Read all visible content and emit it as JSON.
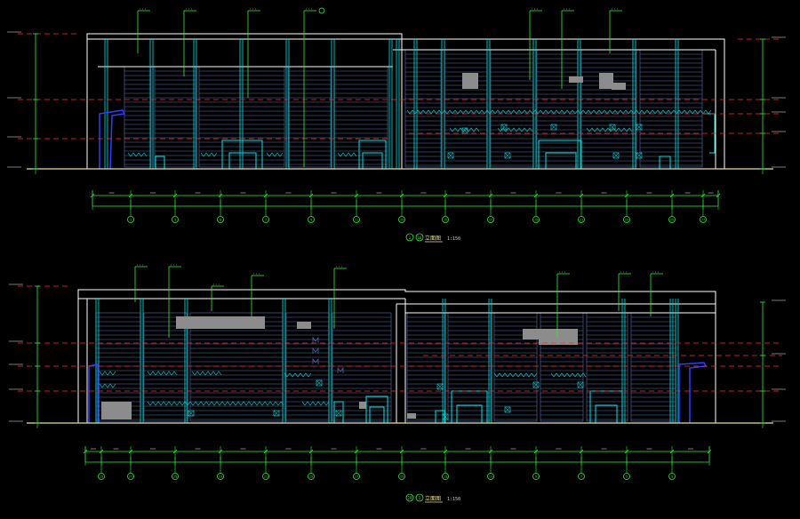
{
  "colors": {
    "background": "#000000",
    "outline": "#ffffff",
    "grid": "#5a6fb0",
    "column": "#00e5e5",
    "leader": "#33ee33",
    "level": "#ff2a2a",
    "fill": "#8c8c8c",
    "door": "#00e5e5",
    "ground": "#e8e08a",
    "dim": "#cccccc",
    "hatch": "#00e5e5",
    "blue": "#2b3fff"
  },
  "elevation_top": {
    "title_marker_a": "1",
    "title_marker_b": "16",
    "title_text": "立面图",
    "scale": "1:150",
    "axis_labels": [
      "1",
      "3",
      "5",
      "7",
      "9",
      "11",
      "13",
      "15",
      "17",
      "19",
      "21",
      "23",
      "25",
      "27",
      "29"
    ]
  },
  "elevation_bottom": {
    "title_marker_a": "29",
    "title_marker_b": "1",
    "title_text": "立面图",
    "scale": "1:150",
    "axis_labels": [
      "29",
      "27",
      "25",
      "23",
      "21",
      "19",
      "17",
      "15",
      "13",
      "11",
      "9",
      "7",
      "5",
      "3"
    ]
  }
}
